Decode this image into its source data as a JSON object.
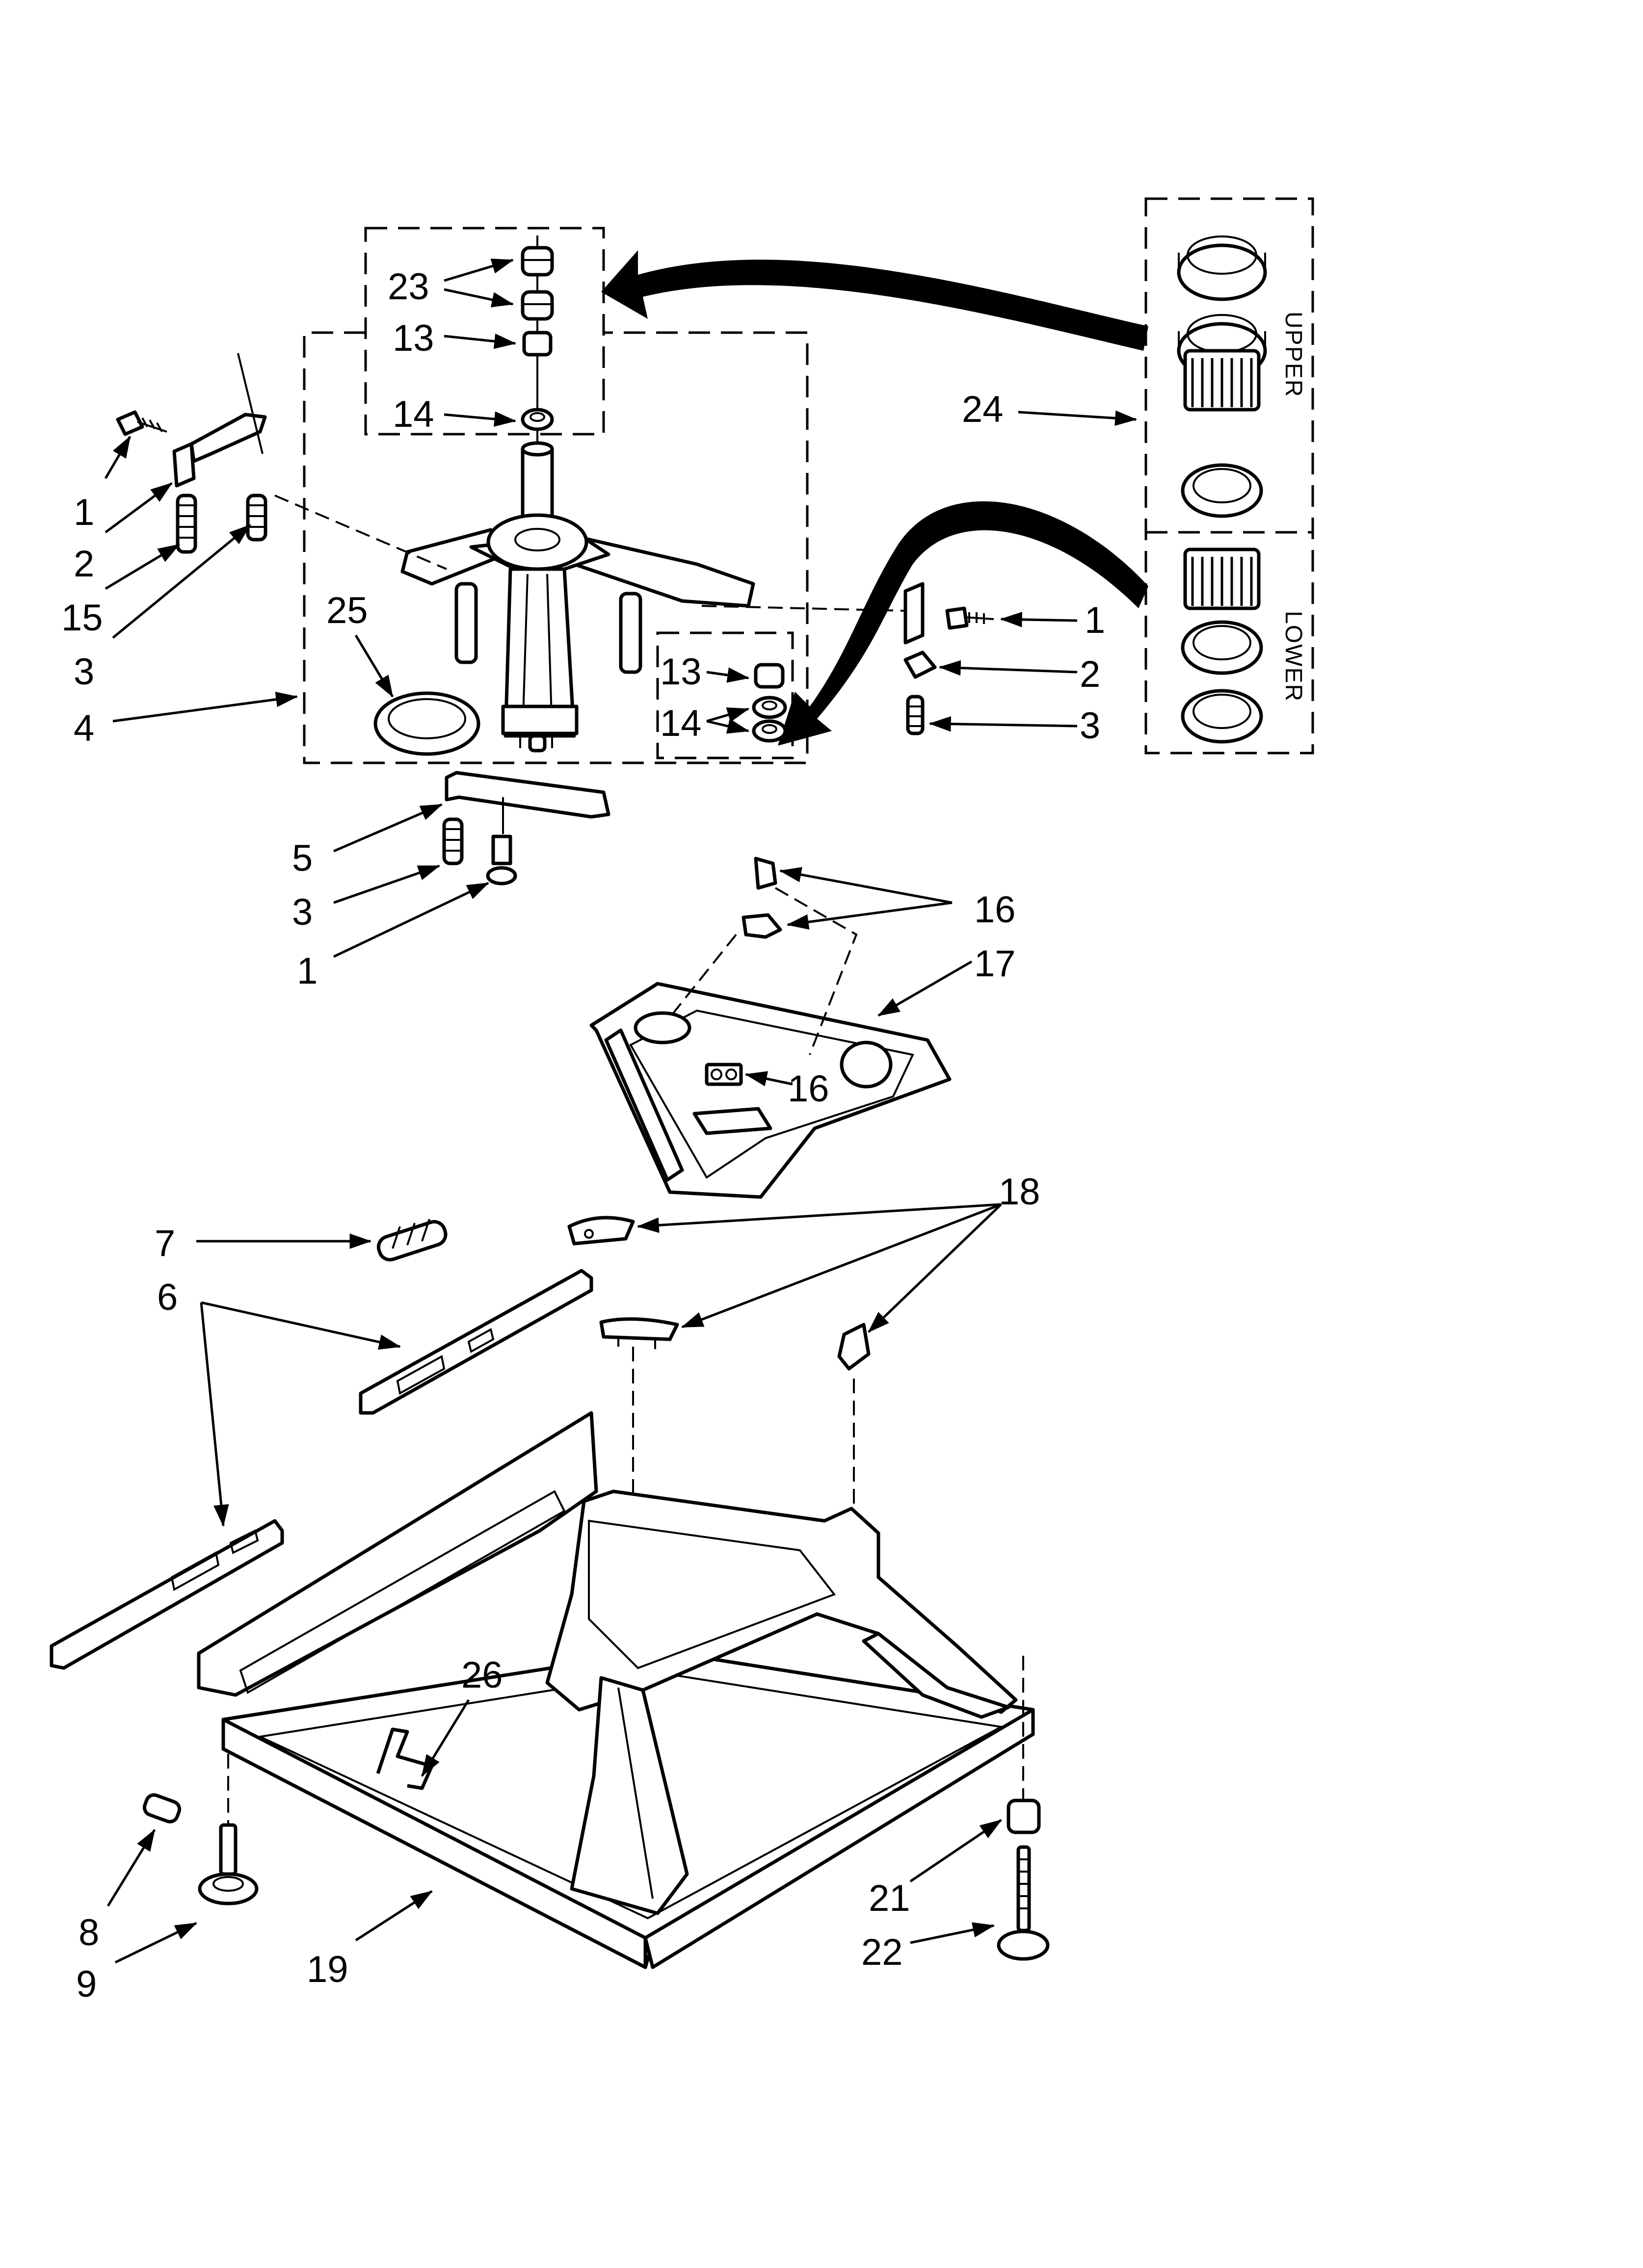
{
  "diagram": {
    "callouts": {
      "c23": "23",
      "c13a": "13",
      "c14a": "14",
      "c24": "24",
      "c1a": "1",
      "c2a": "2",
      "c15": "15",
      "c3a": "3",
      "c4": "4",
      "c25": "25",
      "c13b": "13",
      "c14b": "14",
      "c1b": "1",
      "c2b": "2",
      "c3b": "3",
      "c5": "5",
      "c3c": "3",
      "c1c": "1",
      "c16a": "16",
      "c17": "17",
      "c16b": "16",
      "c18": "18",
      "c7": "7",
      "c6": "6",
      "c26": "26",
      "c21": "21",
      "c22": "22",
      "c8": "8",
      "c9": "9",
      "c19": "19"
    },
    "kit_upper_label": "UPPER",
    "kit_lower_label": "LOWER"
  }
}
